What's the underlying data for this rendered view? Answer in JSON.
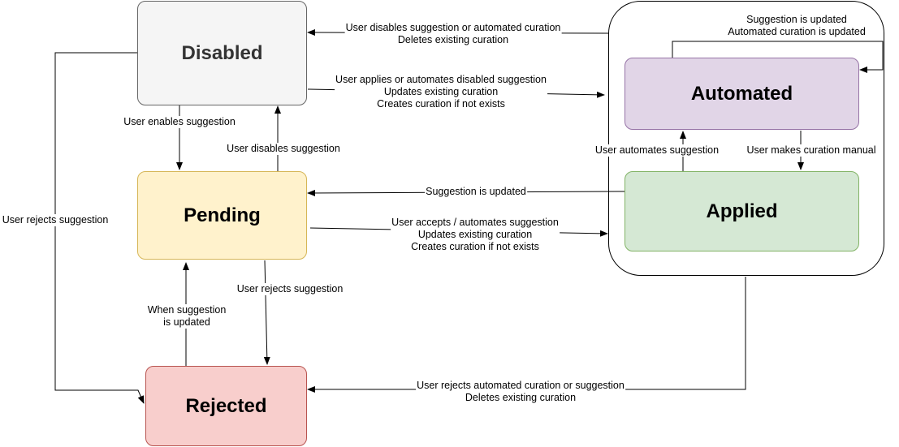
{
  "colors": {
    "disabled_fill": "#f5f5f5",
    "disabled_stroke": "#666666",
    "pending_fill": "#fff2cc",
    "pending_stroke": "#d6b656",
    "rejected_fill": "#f8cecc",
    "rejected_stroke": "#b85450",
    "automated_fill": "#e1d5e7",
    "automated_stroke": "#9673a6",
    "applied_fill": "#d5e8d4",
    "applied_stroke": "#82b366"
  },
  "nodes": {
    "disabled": "Disabled",
    "pending": "Pending",
    "rejected": "Rejected",
    "automated": "Automated",
    "applied": "Applied"
  },
  "edges": {
    "to_disabled": [
      "User disables suggestion or automated curation",
      "Deletes existing curation"
    ],
    "disabled_to_group": [
      "User applies or automates disabled suggestion",
      "Updates existing curation",
      "Creates curation if not exists"
    ],
    "automated_self": [
      "Suggestion is updated",
      "Automated curation is updated"
    ],
    "enable": [
      "User enables suggestion"
    ],
    "pending_disable": [
      "User disables suggestion"
    ],
    "applied_automate": [
      "User automates suggestion"
    ],
    "automated_manual": [
      "User makes curation manual"
    ],
    "applied_to_pending": [
      "Suggestion is updated"
    ],
    "pending_to_group": [
      "User accepts / automates suggestion",
      "Updates existing curation",
      "Creates curation if not exists"
    ],
    "disabled_reject": [
      "User rejects suggestion"
    ],
    "pending_reject": [
      "User rejects suggestion"
    ],
    "rejected_to_pending": [
      "When suggestion",
      "is updated"
    ],
    "group_to_rejected": [
      "User rejects automated curation or suggestion",
      "Deletes existing curation"
    ]
  }
}
